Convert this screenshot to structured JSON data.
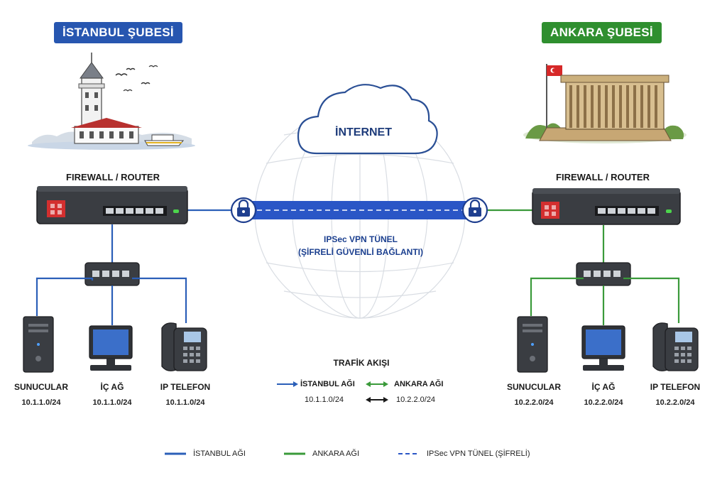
{
  "istanbul": {
    "title": "İSTANBUL ŞUBESİ",
    "firewall_label": "FIREWALL / ROUTER",
    "devices": [
      {
        "name": "SUNUCULAR",
        "ip": "10.1.1.0/24"
      },
      {
        "name": "İÇ AĞ",
        "ip": "10.1.1.0/24"
      },
      {
        "name": "IP TELEFON",
        "ip": "10.1.1.0/24"
      }
    ]
  },
  "ankara": {
    "title": "ANKARA ŞUBESİ",
    "firewall_label": "FIREWALL / ROUTER",
    "devices": [
      {
        "name": "SUNUCULAR",
        "ip": "10.2.2.0/24"
      },
      {
        "name": "İÇ AĞ",
        "ip": "10.2.2.0/24"
      },
      {
        "name": "IP TELEFON",
        "ip": "10.2.2.0/24"
      }
    ]
  },
  "internet_label": "İNTERNET",
  "tunnel": {
    "line1": "IPSec VPN TÜNEL",
    "line2": "(ŞİFRELİ GÜVENLİ BAĞLANTI)"
  },
  "traffic": {
    "title": "TRAFİK AKIŞI",
    "left_network": "İSTANBUL AĞI",
    "right_network": "ANKARA AĞI",
    "left_ip": "10.1.1.0/24",
    "right_ip": "10.2.2.0/24"
  },
  "legend": {
    "istanbul": "İSTANBUL AĞI",
    "ankara": "ANKARA AĞI",
    "vpn": "IPSec VPN TÜNEL (ŞİFRELİ)"
  },
  "colors": {
    "istanbul": "#2b5fb8",
    "ankara": "#3a9a3a",
    "tunnel": "#2a56c6"
  }
}
